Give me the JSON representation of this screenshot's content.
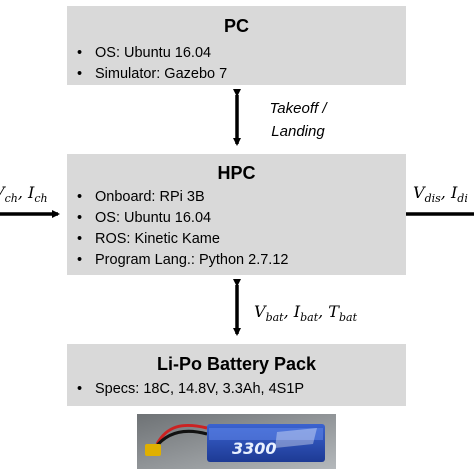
{
  "pc": {
    "title": "PC",
    "items": [
      "OS: Ubuntu 16.04",
      "Simulator: Gazebo 7"
    ]
  },
  "link_pc_hpc": {
    "line1": "Takeoff /",
    "line2": "Landing"
  },
  "hpc": {
    "title": "HPC",
    "items": [
      "Onboard: RPi 3B",
      "OS: Ubuntu 16.04",
      "ROS: Kinetic Kame",
      "Program Lang.: Python 2.7.12"
    ]
  },
  "inputs_left": {
    "v": "V",
    "v_sub": "ch",
    "sep": ", ",
    "i": "I",
    "i_sub": "ch"
  },
  "outputs_right": {
    "v": "V",
    "v_sub": "dis",
    "sep": ", ",
    "i": "I",
    "i_sub": "di"
  },
  "battery_link": {
    "v": "V",
    "v_sub": "bat",
    "i": "I",
    "i_sub": "bat",
    "t": "T",
    "t_sub": "bat",
    "sep": ", "
  },
  "battery": {
    "title": "Li-Po Battery Pack",
    "items": [
      "Specs: 18C, 14.8V, 3.3Ah, 4S1P"
    ],
    "photo_label": "3300"
  },
  "colors": {
    "box_fill": "#d9d9d9",
    "arrow": "#000000",
    "battery_body": "#2a4fb8",
    "battery_label": "#e8f0ff"
  }
}
